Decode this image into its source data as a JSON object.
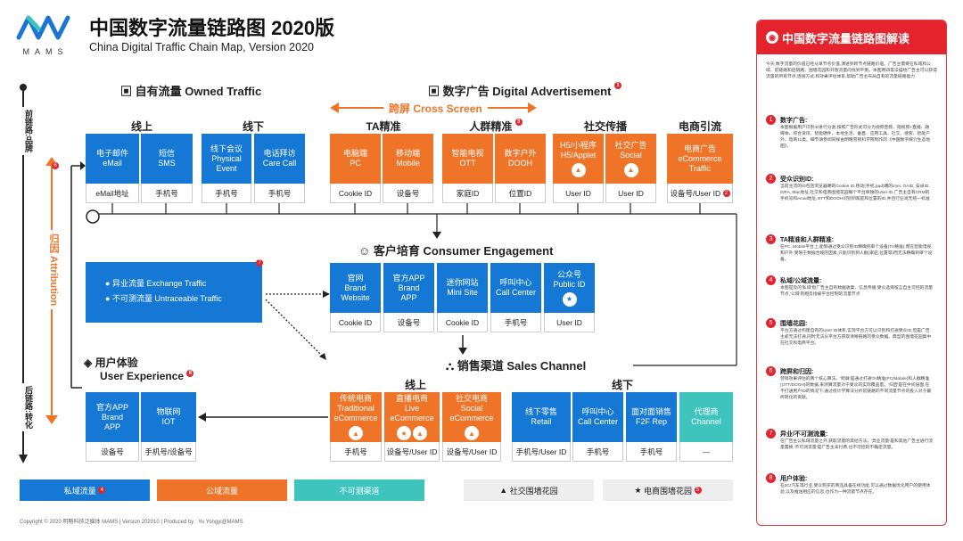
{
  "header": {
    "logo": "MAMS",
    "title_cn": "中国数字流量链路图 2020版",
    "title_en": "China Digital Traffic Chain Map, Version 2020"
  },
  "left_axis": {
    "top": "前链路:品牌",
    "middle": "归因 Attribution",
    "bottom": "后链路:转化"
  },
  "owned": {
    "title": "自有流量 Owned Traffic",
    "online": "线上",
    "offline": "线下",
    "items": [
      {
        "label": "电子邮件\neMail",
        "id": "eMail地址"
      },
      {
        "label": "短信\nSMS",
        "id": "手机号"
      },
      {
        "label": "线下会议\nPhysical\nEvent",
        "id": "手机号"
      },
      {
        "label": "电话拜访\nCare Call",
        "id": "手机号"
      }
    ]
  },
  "digital": {
    "title": "数字广告 Digital Advertisement",
    "badge": "1",
    "cross_screen": "跨屏 Cross Screen",
    "groups": [
      {
        "label": "TA精准"
      },
      {
        "label": "人群精准",
        "badge": "3"
      },
      {
        "label": "社交传播"
      },
      {
        "label": "电商引流"
      }
    ],
    "items": [
      {
        "label": "电脑端\nPC",
        "id": "Cookie ID"
      },
      {
        "label": "移动端\nMobile",
        "id": "设备号"
      },
      {
        "label": "智能电视\nOTT",
        "id": "家庭ID"
      },
      {
        "label": "数字户外\nDOOH",
        "id": "位置ID"
      },
      {
        "label": "H5/小程序\nH5/Applet",
        "id": "User ID"
      },
      {
        "label": "社交广告\nSocial",
        "id": "User ID"
      },
      {
        "label": "电商广告\neCommerce\nTraffic",
        "id": "设备号/User ID",
        "badge": "2"
      }
    ]
  },
  "engagement": {
    "title": "客户培育 Consumer Engagement",
    "items": [
      {
        "label": "官网\nBrand\nWebsite",
        "id": "Cookie ID"
      },
      {
        "label": "官方APP\nBrand\nAPP",
        "id": "设备号"
      },
      {
        "label": "迷你网站\nMini Site",
        "id": "Cookie ID"
      },
      {
        "label": "呼叫中心\nCall Center",
        "id": "手机号"
      },
      {
        "label": "公众号\nPublic ID",
        "id": "User ID"
      }
    ]
  },
  "exchange": {
    "badge": "7",
    "line1": "异业流量  Exchange Traffic",
    "line2": "不可测流量  Untraceable Traffic"
  },
  "ux": {
    "title1": "用户体验",
    "title2": "User Experience",
    "badge": "8",
    "items": [
      {
        "label": "官方APP\nBrand\nAPP",
        "id": "设备号"
      },
      {
        "label": "物联网\nIOT",
        "id": "手机号/设备号"
      }
    ]
  },
  "sales": {
    "title": "销售渠道 Sales Channel",
    "online": "线上",
    "offline": "线下",
    "items": [
      {
        "label": "传统电商\nTraditional\neCommerce",
        "id": "手机号"
      },
      {
        "label": "直播电商\nLive\neCommerce",
        "id": "设备号/User ID"
      },
      {
        "label": "社交电商\nSocial\neCommerce",
        "id": "设备号/User ID"
      },
      {
        "label": "线下零售\nRetail",
        "id": "手机号/User ID"
      },
      {
        "label": "呼叫中心\nCall Center",
        "id": "手机号"
      },
      {
        "label": "面对面销售\nF2F Rep",
        "id": "手机号"
      },
      {
        "label": "代理商\nChannel",
        "id": "—"
      }
    ]
  },
  "legend": {
    "private": "私域流量",
    "private_badge": "4",
    "public": "公域流量",
    "untraceable": "不可测渠道",
    "social_garden": "社交围墙花园",
    "ecom_garden": "电商围墙花园",
    "ecom_badge": "5"
  },
  "footer": "Copyright © 2020 明略科技泛媒体 MAMS  |  Version 202010  |  Produced by : Yu Yongyi@MAMS",
  "panel": {
    "title": "中国数字流量链路图解读",
    "intro": "今天,数字流量的价值已经从单节点价值,演进到跨节点链路价值。广告主需要在私域和公域、前链路和后链路、围墙花园和开放流量间找到平衡。本图用四等法描绘广告主可以获得流量的所有节点,连接方式,和效果评估体系,帮助广告主布局自有的流量链路能力",
    "sections": [
      {
        "n": "1",
        "t": "数字广告:",
        "p": "本图根据用户识别ID进行分类,按照广告形式可分为视频音频、短视频+直播、融媒体、综合资讯、智能硬件、本地生活、垂直、应用工具、社交、搜索、智能户外、电商11类。细节请参阅同样由明略营销科学院制作的《中国数字媒介生态地图》。"
      },
      {
        "n": "2",
        "t": "受众识别ID:",
        "p": "当前主流的ID包括浏览器端的Cookie ID,移动(手机,pad)端的imei, OAID, 安卓ID, IDFA, Mac地址,社交和电商围墙花园每个平台单独的User ID,广告主自有CRM的手机号和email地址,OTT和DOOH识别到家庭和位置的ID,并且行业尚无统一标准"
      },
      {
        "n": "3",
        "t": "TA精准和人群精准:",
        "p": "在PC, Mobile平台上,能够通过受众识别ID精确到单个设备(TA精准),而在智能电视和户外,受限于数据合规的因素,只能识别到人群(家庭,位置等)而无法精确到单个设备。"
      },
      {
        "n": "4",
        "t": "私域/公域流量:",
        "p": "本图提及的'私域'指广告主自有数据收集、信息传播,受众选择留言自主可控的流量节点,'公域'则相反指被平台控制的流量节点"
      },
      {
        "n": "5",
        "t": "围墙花园:",
        "p": "平台方通过构建自有的User ID体系,实现平台方可以识别和打通受众ID,但是广告主却无法打通,同时无法从平台方获取清晰链路的受众数据。典型的围墙花园集中在社交和电商平台。"
      },
      {
        "n": "6",
        "t": "跨屏和归因:",
        "p": "营销效果评估的两个核心算法。'跨屏'是通过打通TA精准(PC/Mobile)和人群精准(OTT/DOOH)的数据,来测算流量对于受众的实际覆盖量。'归因'是在中间层面,在不打通用户ID的情况下,通过统计学算法分析前链路的不同流量节点的投入对于最终转化的贡献。"
      },
      {
        "n": "7",
        "t": "异业/不可测流量:",
        "p": "在广告主公私域流量之外,获取流量的其他方法。'异业流量'是和其他广告主进行流量置换,'不可测流量'是广告主未付费,也不可控的不确定流量。"
      },
      {
        "n": "8",
        "t": "用户体验:",
        "p": "在3C/汽车等行业,受众购买的商品具备在线功能,可以通过数据优化用户的使用体验,以及推送相应的信息,也作为一种流量节点存在。"
      }
    ]
  }
}
